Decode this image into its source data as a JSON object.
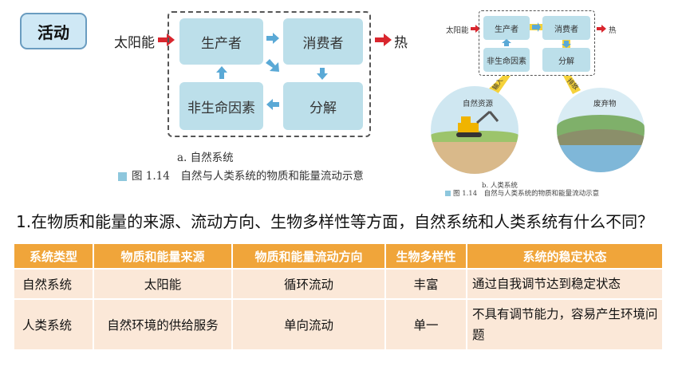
{
  "activity": {
    "label": "活动"
  },
  "diagram_a": {
    "input": "太阳能",
    "output": "热",
    "producer": "生产者",
    "consumer": "消费者",
    "abiotic": "非生命因素",
    "decomposer": "分解",
    "caption": "a. 自然系统",
    "figure_number": "图 1.14",
    "figure_title": "自然与人类系统的物质和能量流动示意"
  },
  "diagram_b": {
    "input": "太阳能",
    "output": "热",
    "producer": "生产者",
    "consumer": "消费者",
    "abiotic": "非生命因素",
    "decomposer": "分解",
    "input_label": "输入",
    "emission_label": "排放",
    "resource_label": "自然资源",
    "waste_label": "废弃物",
    "caption": "b. 人类系统",
    "figure_caption": "图 1.14　自然与人类系统的物质和能量流动示意"
  },
  "question": "1.在物质和能量的来源、流动方向、生物多样性等方面，自然系统和人类系统有什么不同？",
  "table": {
    "headers": [
      "系统类型",
      "物质和能量来源",
      "物质和能量流动方向",
      "生物多样性",
      "系统的稳定状态"
    ],
    "rows": [
      [
        "自然系统",
        "太阳能",
        "循环流动",
        "丰富",
        "通过自我调节达到稳定状态"
      ],
      [
        "人类系统",
        "自然环境的供给服务",
        "单向流动",
        "单一",
        "不具有调节能力，容易产生环境问题"
      ]
    ]
  },
  "colors": {
    "header_orange": "#f0a53a",
    "cell_peach": "#fbe8d8",
    "box_blue": "#bcdfea",
    "arrow_red": "#d9262e",
    "arrow_blue": "#5aa9d6",
    "flow_yellow": "#f5d23a"
  }
}
